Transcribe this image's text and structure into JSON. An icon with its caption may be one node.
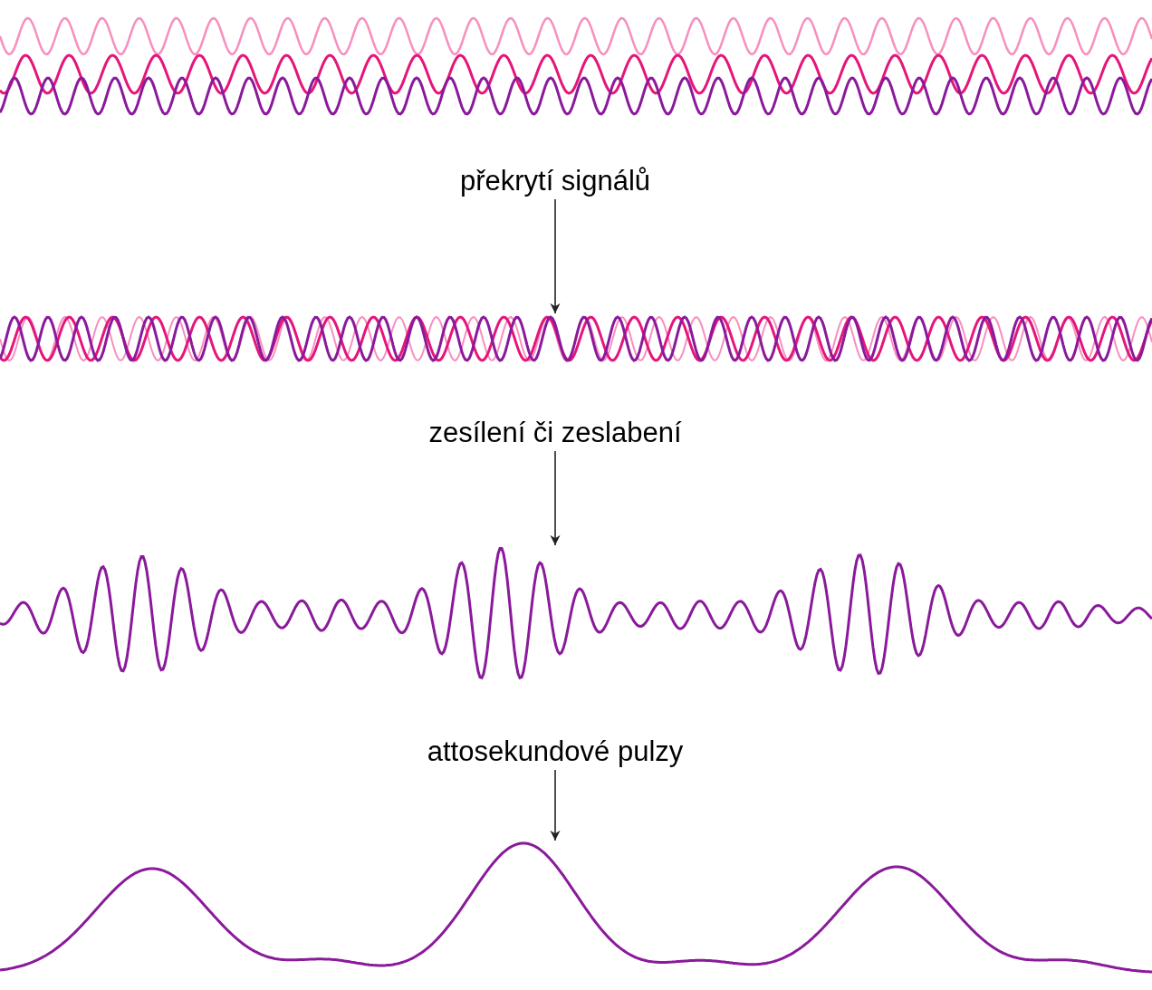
{
  "diagram": {
    "nodes": [
      {
        "text": [],
        "shape": "picture"
      },
      {
        "text": [
          "překrytí signálů"
        ]
      },
      {
        "text": [],
        "shape": "picture"
      },
      {
        "text": [
          "zesílení či zeslabení"
        ]
      },
      {
        "text": [],
        "shape": "picture"
      },
      {
        "text": [
          "attosekundové pulzy"
        ]
      },
      {
        "text": [],
        "shape": "picture"
      }
    ],
    "edges": [
      {
        "from": 1,
        "to": 2,
        "arrow": "to"
      },
      {
        "from": 3,
        "to": 4,
        "arrow": "to"
      },
      {
        "from": 5,
        "to": 6,
        "arrow": "to"
      }
    ]
  }
}
